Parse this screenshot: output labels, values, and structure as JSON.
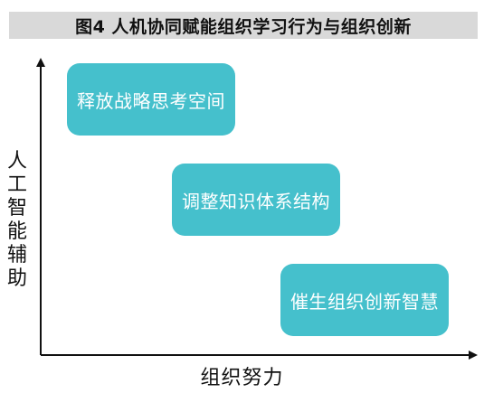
{
  "title": "图4 人机协同赋能组织学习行为与组织创新",
  "y_axis_label": "人工智能辅助",
  "x_axis_label": "组织努力",
  "boxes": [
    {
      "label": "释放战略思考空间"
    },
    {
      "label": "调整知识体系结构"
    },
    {
      "label": "催生组织创新智慧"
    }
  ],
  "colors": {
    "box_fill": "#45c0cc",
    "title_background": "#d9d9d9",
    "axis": "#111111"
  }
}
